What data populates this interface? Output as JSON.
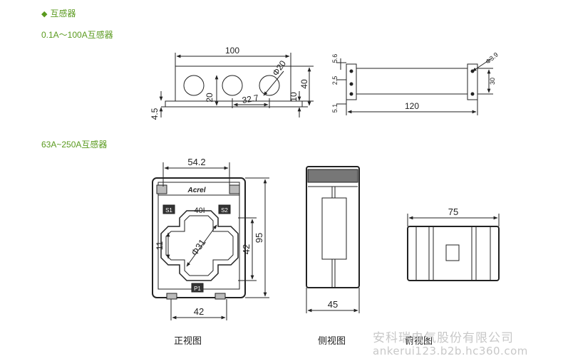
{
  "section_title": "互感器",
  "group1_title": "0.1A～100A互感器",
  "group2_title": "63A~250A互感器",
  "drawing1_front": {
    "d_width": "100",
    "d_hole": "Φ20",
    "d_20": "20",
    "d_pitch": "32.7",
    "d_10": "10",
    "d_40": "40",
    "d_45": "4.5"
  },
  "drawing1_side": {
    "d_56": "5.6",
    "d_25": "2.5",
    "d_51": "5.1",
    "d_hole": "Φ3.9",
    "d_30": "30",
    "d_120": "120"
  },
  "drawing2_front": {
    "d_542": "54.2",
    "brand": "Acrel",
    "label_s1": "S1",
    "label_s2": "S2",
    "label_p1": "P1",
    "label_401": "40I",
    "d_31": "Φ31",
    "d_11": "11",
    "d_42v": "42",
    "d_95": "95",
    "d_42h": "42"
  },
  "drawing2_side": {
    "d_45": "45"
  },
  "drawing2_top": {
    "d_75": "75"
  },
  "captions": {
    "front": "正视图",
    "side": "侧视图",
    "top": "俯视图"
  },
  "watermark": {
    "line1": "安科瑞电气股份有限公司",
    "line2": "ankerui123.b2b.hc360.com"
  }
}
